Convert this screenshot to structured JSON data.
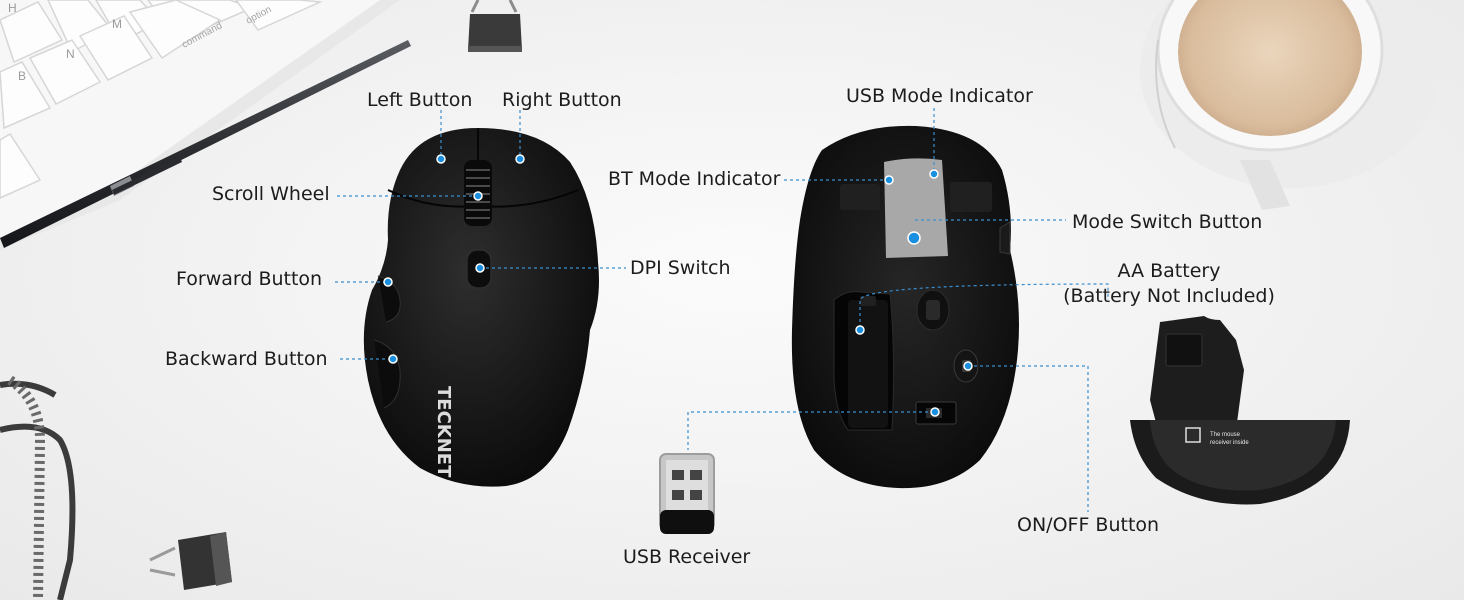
{
  "brand": "TECKNET",
  "keyboard_keys": [
    "B",
    "N",
    "M",
    "command",
    "option",
    "H"
  ],
  "labels": {
    "left_button": "Left Button",
    "right_button": "Right Button",
    "scroll_wheel": "Scroll Wheel",
    "forward_button": "Forward Button",
    "backward_button": "Backward Button",
    "dpi_switch": "DPI Switch",
    "bt_mode_indicator": "BT Mode Indicator",
    "usb_mode_indicator": "USB Mode Indicator",
    "mode_switch_button": "Mode Switch Button",
    "aa_battery_line1": "AA Battery",
    "aa_battery_line2": "(Battery Not Included)",
    "on_off_button": "ON/OFF Button",
    "usb_receiver": "USB Receiver"
  },
  "cover_text_line1": "The mouse",
  "cover_text_line2": "receiver inside",
  "colors": {
    "callout_dot": "#1a8fe0",
    "callout_line": "#3a8ecf",
    "mouse_body": "#161616",
    "background": "#f2f2f2"
  }
}
